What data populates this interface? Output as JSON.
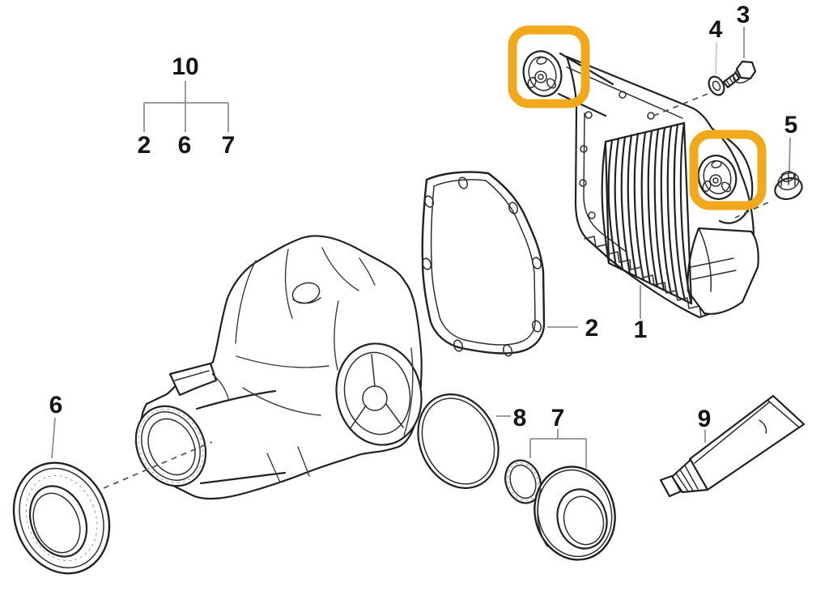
{
  "colors": {
    "background": "#ffffff",
    "line": "#212121",
    "leader": "#8f8f8f",
    "muted": "#c6c6c6",
    "highlight": "#F0A81C"
  },
  "callouts": {
    "group10": {
      "parent": "10",
      "children": [
        "2",
        "6",
        "7"
      ]
    },
    "cover": "1",
    "gasket": "2",
    "bolt": "3",
    "washer": "4",
    "nut": "5",
    "output_seal": "6",
    "seal_set": "7",
    "o_ring": "8",
    "sealant": "9"
  }
}
